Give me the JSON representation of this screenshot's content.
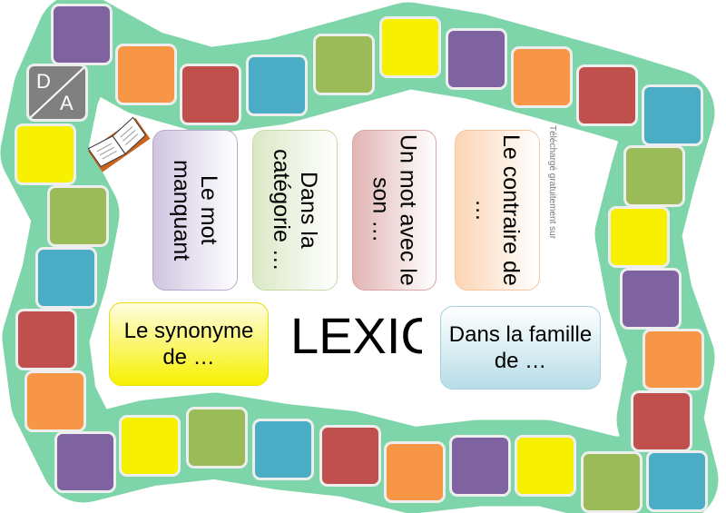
{
  "board": {
    "colors": {
      "purple": "#7f63a1",
      "orange": "#f79646",
      "red": "#c0504d",
      "blue": "#4bacc6",
      "green": "#9bbb59",
      "yellow": "#f7f000",
      "track": "#7fd5aa"
    },
    "squares": [
      "purple",
      "orange",
      "red",
      "blue",
      "green",
      "yellow",
      "purple",
      "orange",
      "red",
      "blue",
      "green",
      "yellow",
      "purple",
      "orange",
      "red",
      "blue",
      "green",
      "yellow",
      "purple",
      "orange",
      "red",
      "blue",
      "green",
      "yellow",
      "purple",
      "orange",
      "red",
      "blue",
      "green",
      "yellow"
    ],
    "start": {
      "top": "D",
      "bottom": "A"
    }
  },
  "cards": {
    "missing_word": "Le mot manquant",
    "category": "Dans la catégorie …",
    "sound": "Un mot avec le son …",
    "opposite": "Le contraire de …",
    "synonym": "Le synonyme de …",
    "family": "Dans la famille de …"
  },
  "title": "LEXICO",
  "watermark": "Téléchargé gratuitement sur",
  "icons": {
    "book": "open-book-icon"
  }
}
